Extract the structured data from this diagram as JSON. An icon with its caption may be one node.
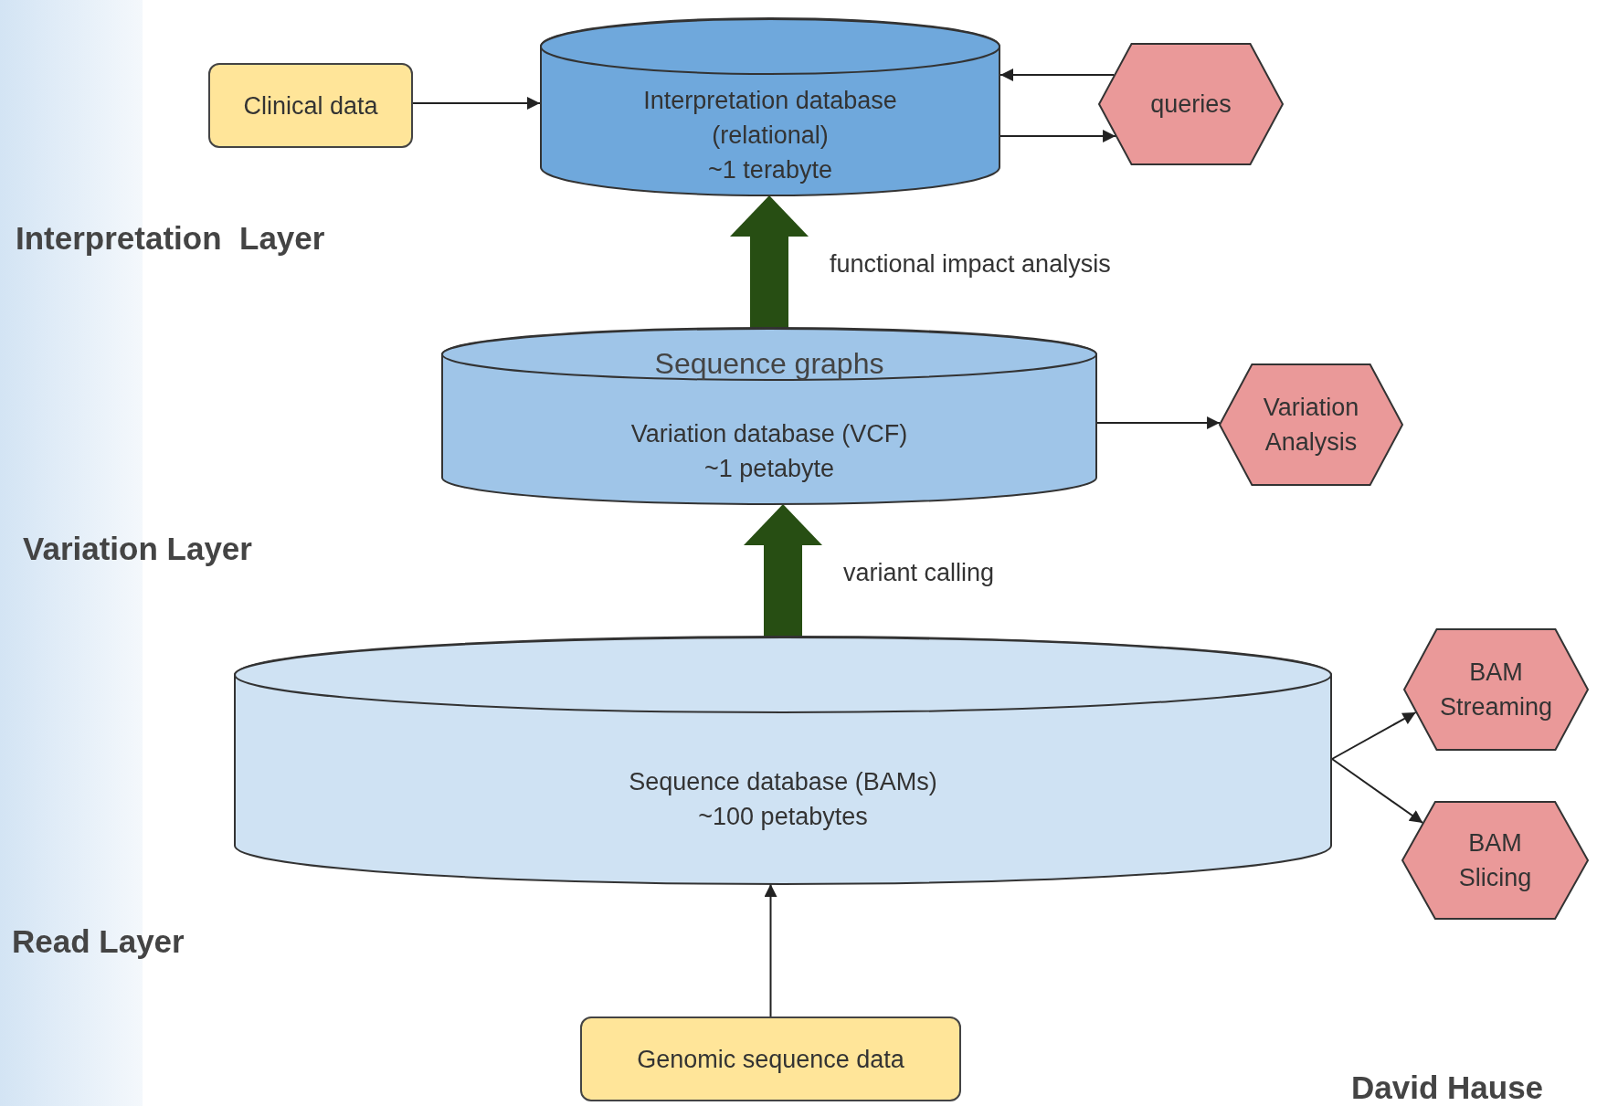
{
  "diagram": {
    "nodes": [
      {
        "text": [
          "Clinical data"
        ]
      },
      {
        "text": [
          "Interpretation database",
          "(relational)",
          "~1 terabyte"
        ]
      },
      {
        "text": [
          "queries"
        ]
      },
      {
        "text": [
          "Sequence graphs",
          "Variation database (VCF)",
          "~1 petabyte"
        ]
      },
      {
        "text": [
          "Variation",
          "Analysis"
        ]
      },
      {
        "text": [
          "Sequence database (BAMs)",
          "~100 petabytes"
        ]
      },
      {
        "text": [
          "BAM",
          "Streaming"
        ]
      },
      {
        "text": [
          "BAM",
          "Slicing"
        ]
      },
      {
        "text": [
          "Genomic sequence data"
        ]
      }
    ],
    "edges": [
      {
        "from": 0,
        "to": 1,
        "arrow": "to"
      },
      {
        "from": 2,
        "to": 1,
        "arrow": "to"
      },
      {
        "from": 1,
        "to": 2,
        "arrow": "to"
      },
      {
        "from": 3,
        "to": 1,
        "arrow": "to",
        "label": "functional impact analysis",
        "style": "thick",
        "color": "#274e13"
      },
      {
        "from": 3,
        "to": 4,
        "arrow": "to"
      },
      {
        "from": 5,
        "to": 3,
        "arrow": "to",
        "label": "variant calling",
        "style": "thick",
        "color": "#274e13"
      },
      {
        "from": 5,
        "to": 6,
        "arrow": "to"
      },
      {
        "from": 5,
        "to": 7,
        "arrow": "to"
      },
      {
        "from": 8,
        "to": 5,
        "arrow": "to"
      }
    ],
    "labels": [
      "Interpretation  Layer",
      "Variation Layer",
      "Read Layer",
      "David Hause"
    ]
  }
}
